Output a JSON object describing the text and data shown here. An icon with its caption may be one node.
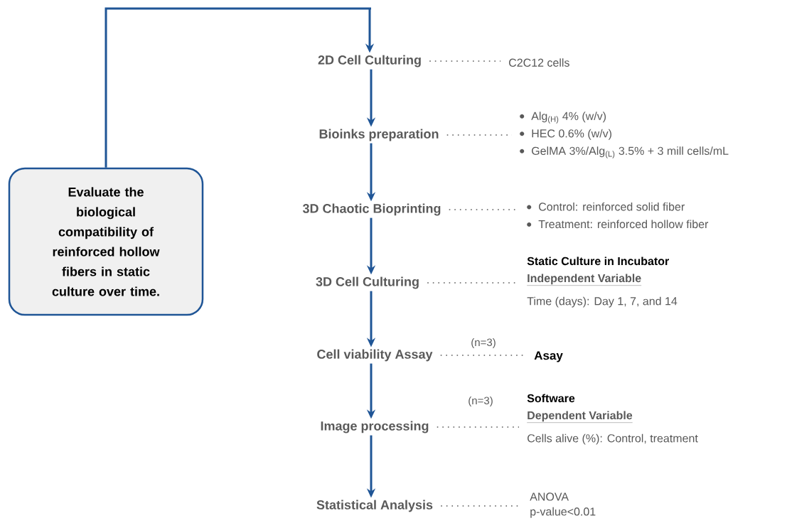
{
  "diagram": {
    "nodes": [
      {
        "text": [
          "Evaluate the biological compatibility of reinforced hollow fibers in static culture over time."
        ]
      },
      {
        "text": [
          "2D Cell Culturing"
        ]
      },
      {
        "text": [
          "C2C12 cells"
        ]
      },
      {
        "text": [
          "Bioinks preparation"
        ]
      },
      {
        "text": [
          "Alg$_{(H)}$ 4% (w/v)",
          "HEC 0.6% (w/v)",
          "GelMA 3%/Alg$_{(L)}$ 3.5% + 3 mill cells/mL"
        ]
      },
      {
        "text": [
          "3D Chaotic Bioprinting"
        ]
      },
      {
        "text": [
          "Control: reinforced solid fiber",
          "Treatment: reinforced hollow fiber"
        ]
      },
      {
        "text": [
          "3D Cell Culturing"
        ]
      },
      {
        "text": [
          "Static Culture in Incubator",
          "Independent Variable",
          "Time (days): Day 1, 7, and 14"
        ]
      },
      {
        "text": [
          "Cell viability Assay"
        ]
      },
      {
        "text": [
          "Asay"
        ]
      },
      {
        "text": [
          "Image processing"
        ]
      },
      {
        "text": [
          "Software",
          "Dependent Variable",
          "Cells alive (%): Control, treatment"
        ]
      },
      {
        "text": [
          "Statistical Analysis"
        ]
      },
      {
        "text": [
          "ANOVA p-value<0.01"
        ]
      }
    ],
    "edges": [
      {
        "from": 0,
        "to": 1,
        "arrow": "to"
      },
      {
        "from": 1,
        "to": 3,
        "arrow": "to"
      },
      {
        "from": 3,
        "to": 5,
        "arrow": "to"
      },
      {
        "from": 5,
        "to": 7,
        "arrow": "to"
      },
      {
        "from": 7,
        "to": 9,
        "arrow": "to"
      },
      {
        "from": 9,
        "to": 11,
        "arrow": "to"
      },
      {
        "from": 11,
        "to": 13,
        "arrow": "to"
      },
      {
        "from": 1,
        "to": 2,
        "arrow": "none",
        "style": "dashed",
        "color": "#595959"
      },
      {
        "from": 3,
        "to": 4,
        "arrow": "none",
        "style": "dashed",
        "color": "#595959"
      },
      {
        "from": 5,
        "to": 6,
        "arrow": "none",
        "style": "dashed",
        "color": "#595959"
      },
      {
        "from": 7,
        "to": 8,
        "arrow": "none",
        "style": "dashed",
        "color": "#595959"
      },
      {
        "from": 9,
        "to": 10,
        "arrow": "none",
        "style": "dashed",
        "color": "#595959",
        "label": "(n=3)"
      },
      {
        "from": 11,
        "to": 12,
        "arrow": "none",
        "style": "dashed",
        "color": "#595959",
        "label": "(n=3)"
      },
      {
        "from": 13,
        "to": 14,
        "arrow": "none",
        "style": "dashed",
        "color": "#595959"
      }
    ]
  }
}
